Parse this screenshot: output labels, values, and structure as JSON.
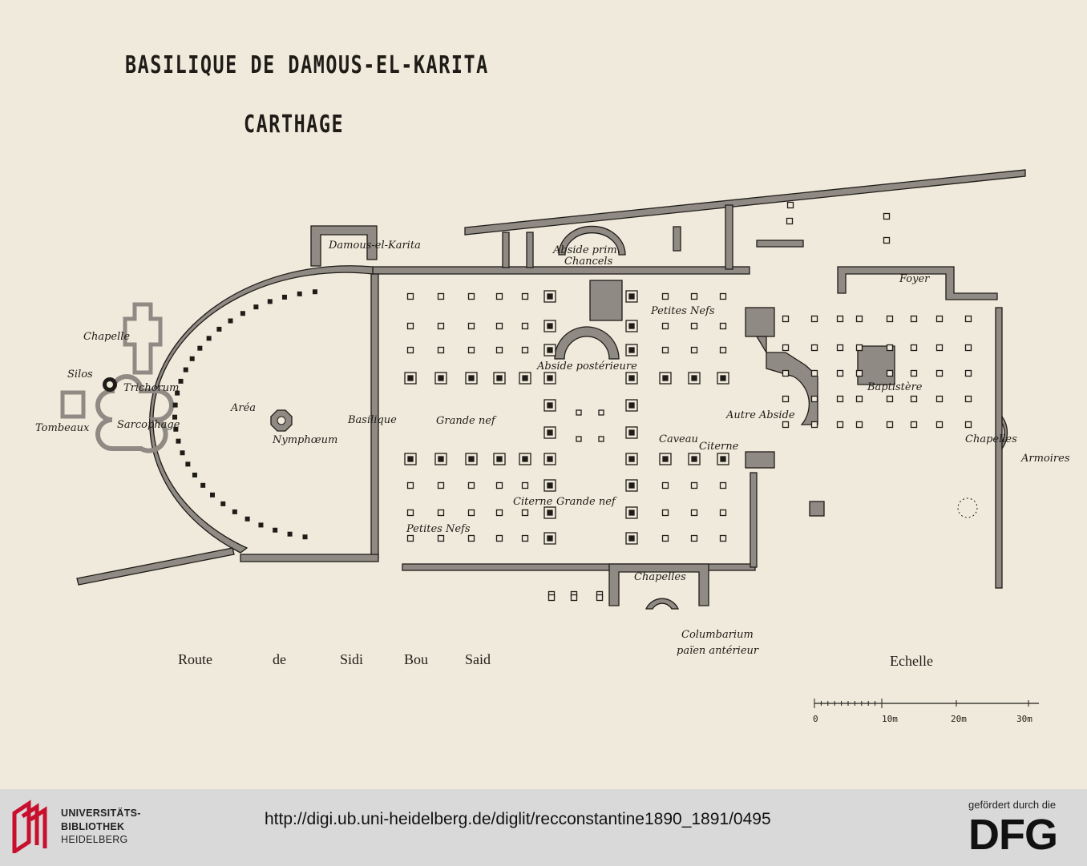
{
  "map": {
    "title": "BASILIQUE DE DAMOUS-EL-KARITA",
    "subtitle": "CARTHAGE",
    "labels": {
      "damous": "Damous-el-Karita",
      "abside_prim": "Abside prim.",
      "chancels": "Chancels",
      "chapelle": "Chapelle",
      "silos": "Silos",
      "tombeaux": "Tombeaux",
      "trichorum": "Trichorum",
      "sarcophage": "Sarcophage",
      "area": "Aréa",
      "nymphaeum": "Nymphœum",
      "basilique": "Basilique",
      "grande_nef": "Grande nef",
      "petites_nefs_top": "Petites Nefs",
      "abside_post": "Abside postérieure",
      "caveau": "Caveau",
      "citerne_right": "Citerne",
      "autre_abside": "Autre Abside",
      "citerne_mid": "Citerne",
      "grande_nef_2": "Grande nef",
      "petites_nefs_bottom": "Petites Nefs",
      "chapelles_bottom": "Chapelles",
      "columbarium": "Columbarium",
      "paien": "païen antérieur",
      "foyer": "Foyer",
      "baptistere": "Baptistère",
      "chapelles_right": "Chapelles",
      "armoires": "Armoires"
    },
    "road": [
      "Route",
      "de",
      "Sidi",
      "Bou",
      "Said"
    ],
    "scale": {
      "title": "Echelle",
      "ticks": [
        "0",
        "10m",
        "20m",
        "30m"
      ]
    }
  },
  "footer": {
    "institution": [
      "UNIVERSITÄTS-",
      "BIBLIOTHEK",
      "HEIDELBERG"
    ],
    "url": "http://digi.ub.uni-heidelberg.de/diglit/recconstantine1890_1891/0495",
    "funded_by": "gefördert durch die",
    "funder": "DFG"
  },
  "colors": {
    "paper": "#efeadb",
    "ink": "#1f1c18",
    "wall": "#8f8a84",
    "footer_bg": "#d9d9d9",
    "logo_red": "#c8102e"
  }
}
